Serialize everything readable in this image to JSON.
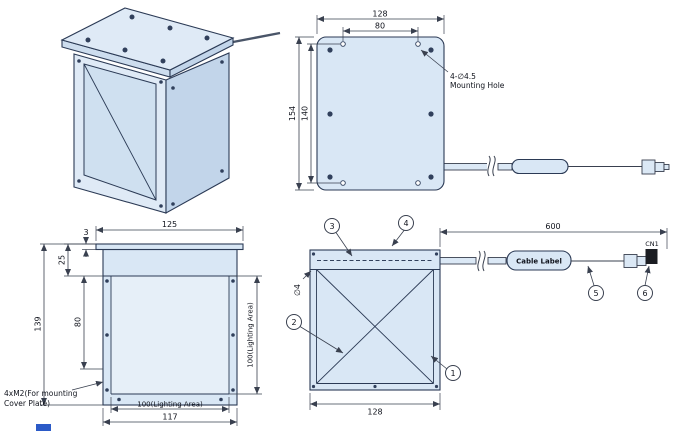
{
  "drawing": {
    "top_view": {
      "dim_width_outer": "128",
      "dim_width_inner": "80",
      "dim_height_outer": "154",
      "dim_height_inner": "140",
      "mounting_hole_note_line1": "4-∅4.5",
      "mounting_hole_note_line2": "Mounting Hole"
    },
    "front_view": {
      "dim_plate_width": "125",
      "dim_plate_thickness": "3",
      "dim_step": "25",
      "dim_side": "80",
      "dim_total_height": "139",
      "dim_lighting_vertical": "100(Lighting Area)",
      "dim_lighting_horizontal": "100(Lighting Area)",
      "dim_body_width": "117",
      "screw_note_line1": "4xM2(For mounting",
      "screw_note_line2": "Cover Plate)"
    },
    "side_view": {
      "dim_cable_length": "600",
      "dim_hole": "∅4",
      "dim_width": "128",
      "cable_label": "Cable Label",
      "connector_label": "CN1",
      "balloons": [
        "1",
        "2",
        "3",
        "4",
        "5",
        "6"
      ]
    }
  },
  "colors": {
    "fill": "#d9e7f5",
    "line": "#2b3a55",
    "logo_accent": "#2b5ac7"
  }
}
